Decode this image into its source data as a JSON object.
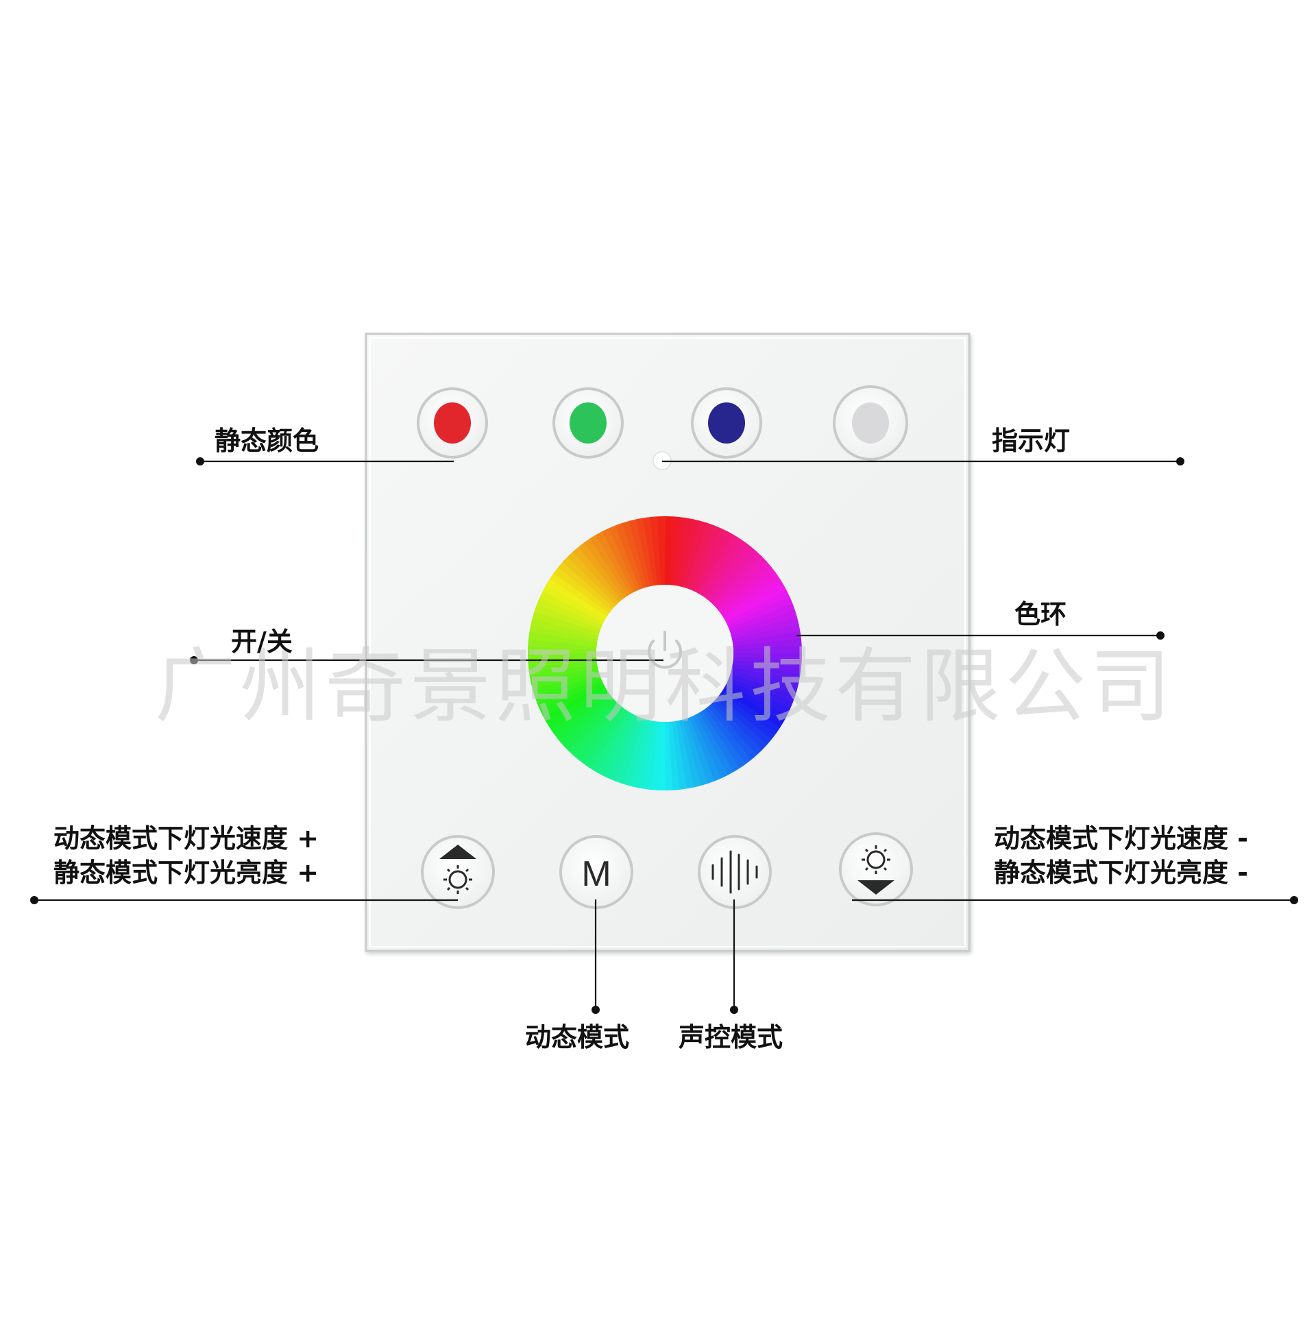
{
  "labels": {
    "static_color": "静态颜色",
    "indicator": "指示灯",
    "power": "开/关",
    "color_ring": "色环",
    "left_bottom_1": "动态模式下灯光速度 +",
    "left_bottom_2": "静态模式下灯光亮度 +",
    "right_bottom_1": "动态模式下灯光速度 -",
    "right_bottom_2": "静态模式下灯光亮度 -",
    "dynamic_mode": "动态模式",
    "sound_mode": "声控模式"
  },
  "buttons": {
    "mode_letter": "M"
  },
  "watermark": "广州奇景照明科技有限公司",
  "colors": {
    "red_button": "#e1262c",
    "green_button": "#2cc45a",
    "blue_button": "#27268f",
    "white_button": "#d9d9dc",
    "panel": "#f3f4f4",
    "leader_line": "#111111"
  }
}
